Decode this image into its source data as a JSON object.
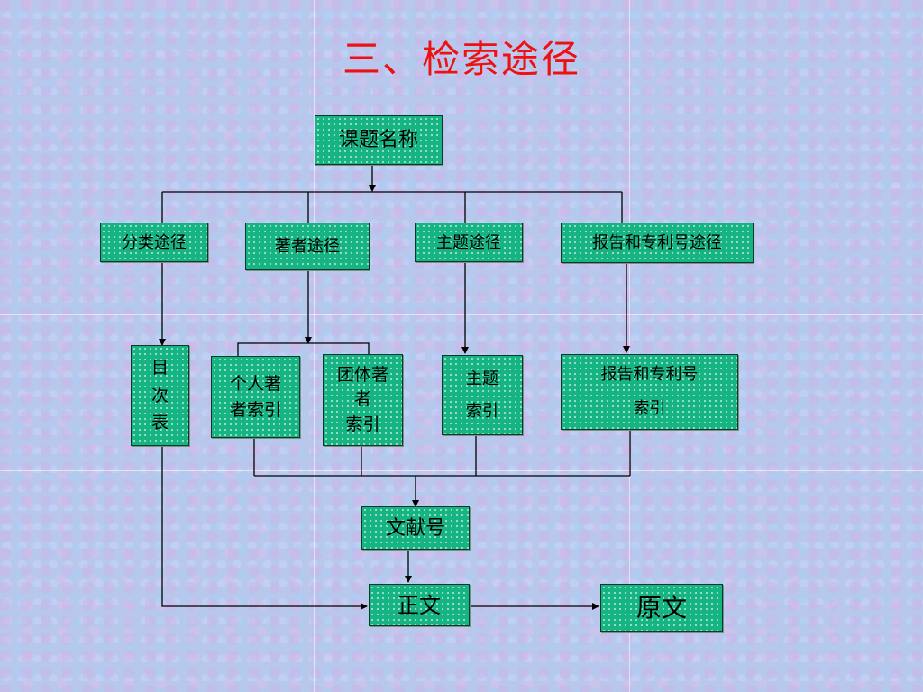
{
  "title": "三、检索途径",
  "nodes": {
    "topic_name": "课题名称",
    "class_route": "分类途径",
    "author_route": "著者途径",
    "subject_route": "主题途径",
    "report_patent_route": "报告和专利号途径",
    "catalog_table": "目\n次\n表",
    "personal_author_index": "个人著\n者索引",
    "corporate_author_index": "团体著\n者\n索引",
    "subject_index": "主题\n索引",
    "report_patent_index": "报告和专利号\n索引",
    "document_number": "文献号",
    "main_text": "正文",
    "original_text": "原文"
  }
}
